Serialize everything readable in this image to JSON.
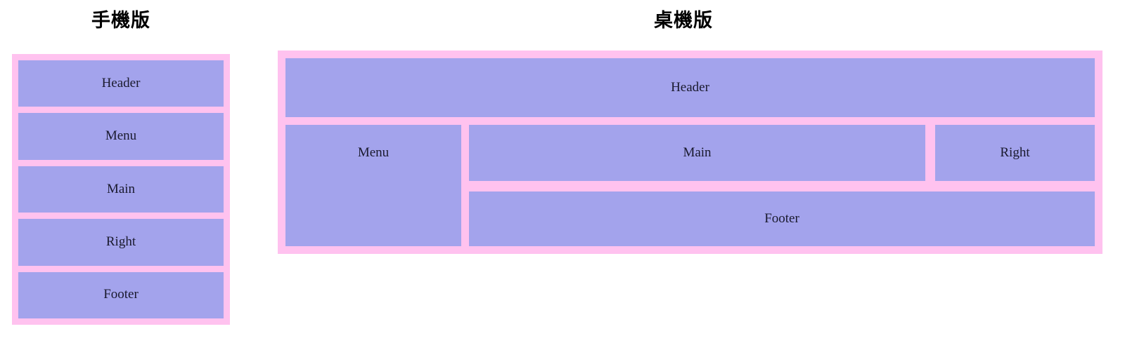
{
  "colors": {
    "pink": "#ffc2ef",
    "purple": "#a3a3ec",
    "text": "#1a1a2e",
    "background": "#ffffff"
  },
  "mobile": {
    "title": "手機版",
    "blocks": [
      {
        "label": "Header"
      },
      {
        "label": "Menu"
      },
      {
        "label": "Main"
      },
      {
        "label": "Right"
      },
      {
        "label": "Footer"
      }
    ]
  },
  "desktop": {
    "title": "桌機版",
    "header": {
      "label": "Header"
    },
    "menu": {
      "label": "Menu"
    },
    "main": {
      "label": "Main"
    },
    "right": {
      "label": "Right"
    },
    "footer": {
      "label": "Footer"
    }
  }
}
